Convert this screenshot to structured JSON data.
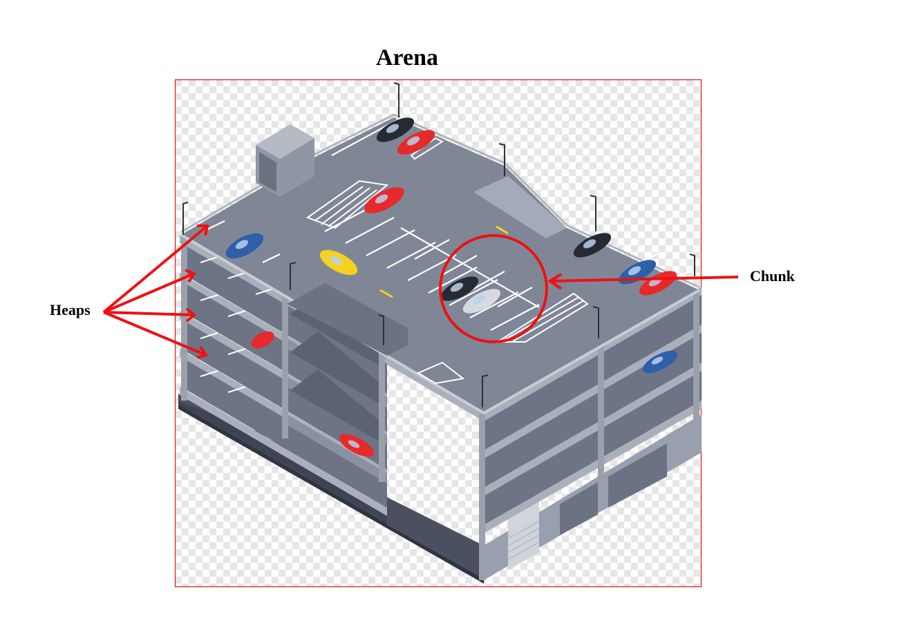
{
  "title": "Arena",
  "labels": {
    "heaps": "Heaps",
    "chunk": "Chunk"
  },
  "colors": {
    "annotation": "#ee1111",
    "background": "#ffffff",
    "checker_light": "#ffffff",
    "checker_dark": "#e6e6e6",
    "deck": "#7f8796",
    "deck_edge": "#a7adb7",
    "structure_dark": "#5e6575",
    "structure_shadow": "#3e4453",
    "lane_marking": "#ffffff",
    "car_red": "#e62a2a",
    "car_black": "#262a33",
    "car_blue": "#2e5fa8",
    "car_yellow": "#f5d21e",
    "car_silver": "#d6d9df"
  },
  "icons": {
    "heaps_arrow": "arrow-icon",
    "chunk_arrow": "arrow-icon",
    "car": "car-icon",
    "lamp": "lamp-post-icon"
  }
}
